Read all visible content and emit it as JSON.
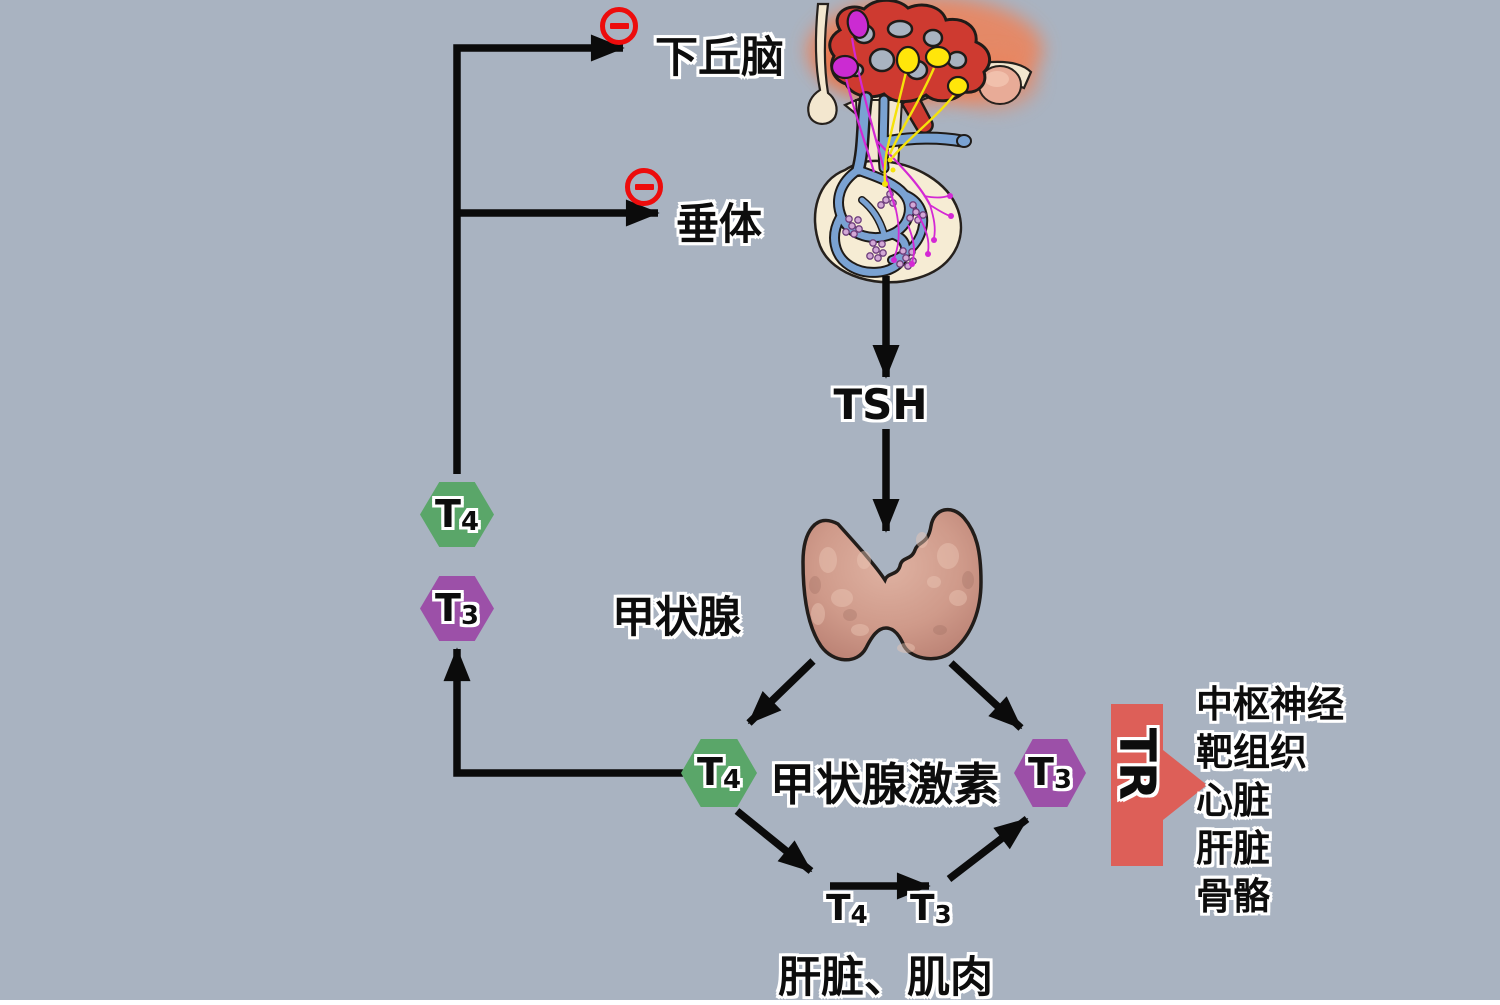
{
  "background_color": "#a9b3c1",
  "palette": {
    "t4_hexagon_green": "#5aa669",
    "t3_hexagon_purple": "#9c50a8",
    "tr_arrow_red": "#dd5f58",
    "inhibition_red": "#ed0c0c",
    "arrow_black": "#0b0b0b"
  },
  "labels": {
    "hypothalamus": "下丘脑",
    "pituitary": "垂体",
    "tsh": "TSH",
    "thyroid": "甲状腺",
    "thyroid_hormone": "甲状腺激素",
    "liver_muscle": "肝脏、肌肉",
    "tr": "TR"
  },
  "hexagons": {
    "feedback_t4": {
      "base": "T",
      "sub": "4"
    },
    "feedback_t3": {
      "base": "T",
      "sub": "3"
    },
    "hormone_t4": {
      "base": "T",
      "sub": "4"
    },
    "hormone_t3": {
      "base": "T",
      "sub": "3"
    }
  },
  "conversion": {
    "t4": {
      "base": "T",
      "sub": "4"
    },
    "t3": {
      "base": "T",
      "sub": "3"
    }
  },
  "tr_targets": [
    "中枢神经",
    "靶组织",
    "心脏",
    "肝脏",
    "骨骼"
  ],
  "icons": {
    "inhibition_1": "minus-circle-icon",
    "inhibition_2": "minus-circle-icon"
  }
}
